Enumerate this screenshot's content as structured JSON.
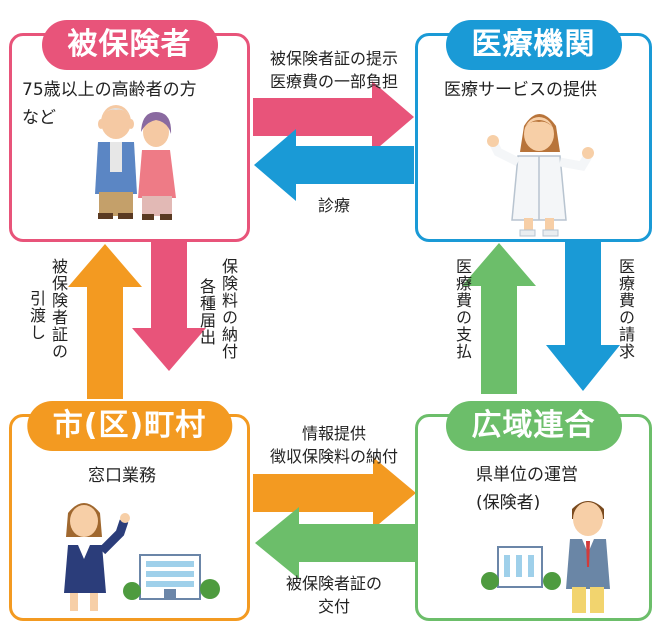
{
  "nodes": {
    "insured": {
      "title": "被保険者",
      "description_line1": "75歳以上の高齢者の方",
      "description_line2": "など",
      "color": "#e8547a"
    },
    "medical": {
      "title": "医療機関",
      "description": "医療サービスの提供",
      "color": "#1a9ad6"
    },
    "municipality": {
      "title": "市(区)町村",
      "description": "窓口業務",
      "color": "#f39a21"
    },
    "regional": {
      "title": "広域連合",
      "description_line1": "県単位の運営",
      "description_line2": "(保険者)",
      "color": "#6cbe6a"
    }
  },
  "flows": {
    "insured_to_medical": {
      "line1": "被保険者証の提示",
      "line2": "医療費の一部負担",
      "color": "#e8547a"
    },
    "medical_to_insured": {
      "label": "診療",
      "color": "#1a9ad6"
    },
    "insured_to_municipality": {
      "line1": "保険料の納付",
      "line2": "各種届出",
      "color": "#e8547a"
    },
    "municipality_to_insured": {
      "line1": "被保険者証の",
      "line2": "引渡し",
      "color": "#f39a21"
    },
    "medical_to_regional": {
      "label": "医療費の請求",
      "color": "#1a9ad6"
    },
    "regional_to_medical": {
      "label": "医療費の支払",
      "color": "#6cbe6a"
    },
    "municipality_to_regional": {
      "line1": "情報提供",
      "line2": "徴収保険料の納付",
      "color": "#f39a21"
    },
    "regional_to_municipality": {
      "line1": "被保険者証の",
      "line2": "交付",
      "color": "#6cbe6a"
    }
  }
}
